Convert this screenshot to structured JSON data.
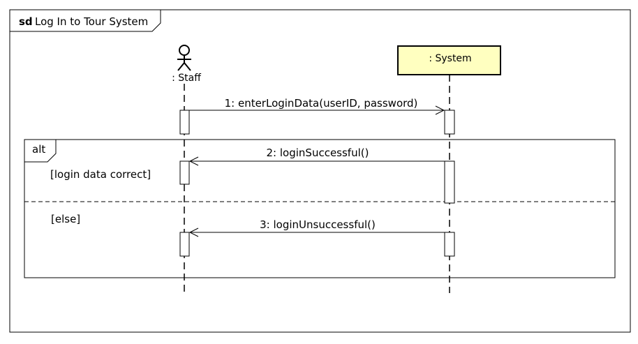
{
  "frame": {
    "keyword": "sd",
    "title": "Log In to Tour System"
  },
  "lifelines": {
    "staff": {
      "label": ": Staff",
      "kind": "actor"
    },
    "system": {
      "label": ": System",
      "kind": "object",
      "fill": "#ffffc0"
    }
  },
  "messages": {
    "m1": {
      "label": "1: enterLoginData(userID, password)",
      "from": "staff",
      "to": "system"
    },
    "m2": {
      "label": "2: loginSuccessful()",
      "from": "system",
      "to": "staff"
    },
    "m3": {
      "label": "3: loginUnsuccessful()",
      "from": "system",
      "to": "staff"
    }
  },
  "fragment": {
    "operator": "alt",
    "guards": [
      "[login data correct]",
      "[else]"
    ]
  },
  "colors": {
    "object_fill": "#ffffc0",
    "line": "#000000"
  }
}
